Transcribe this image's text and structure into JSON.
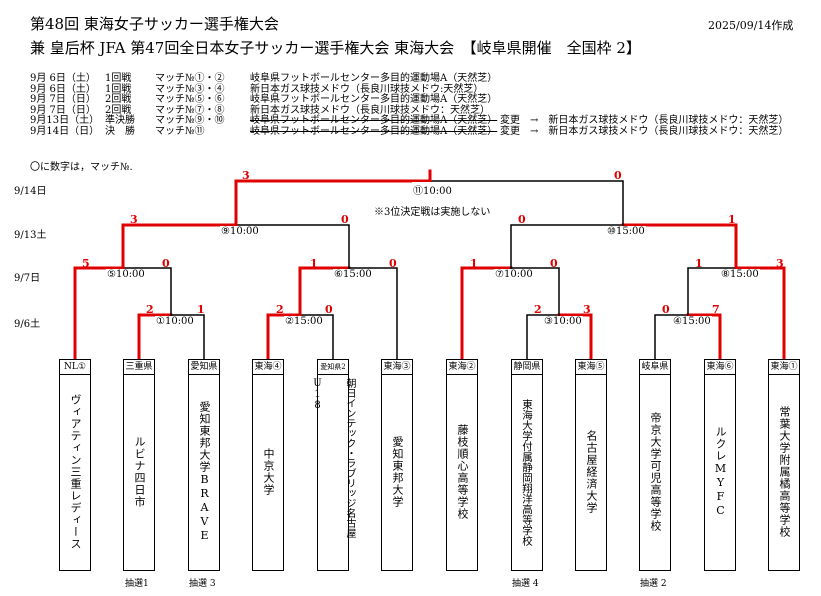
{
  "header": {
    "title1": "第48回 東海女子サッカー選手権大会",
    "title2": "兼 皇后杯 JFA 第47回全日本女子サッカー選手権大会 東海大会　【岐阜県開催　全国枠 2】",
    "created": "2025/09/14作成"
  },
  "schedule": [
    {
      "date": "9月 6日（土）",
      "round": "1回戦",
      "match": "マッチ№①・②",
      "venue": "岐阜県フットボールセンター多目的運動場A（天然芝）",
      "change": ""
    },
    {
      "date": "9月 6日（土）",
      "round": "1回戦",
      "match": "マッチ№③・④",
      "venue": "新日本ガス球技メドウ（長良川球技メドウ:天然芝）",
      "change": ""
    },
    {
      "date": "9月 7日（日）",
      "round": "2回戦",
      "match": "マッチ№⑤・⑥",
      "venue": "岐阜県フットボールセンター多目的運動場A（天然芝）",
      "change": ""
    },
    {
      "date": "9月 7日（日）",
      "round": "2回戦",
      "match": "マッチ№⑦・⑧",
      "venue": "新日本ガス球技メドウ（長良川球技メドウ：天然芝）",
      "change": ""
    },
    {
      "date": "9月13日（土）",
      "round": "準決勝",
      "match": "マッチ№⑨・⑩",
      "venue": "岐阜県フットボールセンター多目的運動場A（天然芝）",
      "change": "変更　→　新日本ガス球技メドウ（長良川球技メドウ：天然芝）"
    },
    {
      "date": "9月14日（日）",
      "round": "決　勝",
      "match": "マッチ№⑪",
      "venue": "岐阜県フットボールセンター多目的運動場A（天然芝）",
      "change": "変更　→　新日本ガス球技メドウ（長良川球技メドウ：天然芝）"
    }
  ],
  "note": "〇に数字は，マッチ№.",
  "third_place_note": "※3位決定戦は実施しない",
  "days": [
    "9/14日",
    "9/13土",
    "9/7日",
    "9/6土"
  ],
  "matches": [
    {
      "id": "m11",
      "label": "⑪10:00",
      "score_left": "3",
      "score_right": "0"
    },
    {
      "id": "m9",
      "label": "⑨10:00",
      "score_left": "3",
      "score_right": "0"
    },
    {
      "id": "m10",
      "label": "⑩15:00",
      "score_left": "0",
      "score_right": "1"
    },
    {
      "id": "m5",
      "label": "⑤10:00",
      "score_left": "5",
      "score_right": "0"
    },
    {
      "id": "m6",
      "label": "⑥15:00",
      "score_left": "1",
      "score_right": "0"
    },
    {
      "id": "m7",
      "label": "⑦10:00",
      "score_left": "1",
      "score_right": "0"
    },
    {
      "id": "m8",
      "label": "⑧15:00",
      "score_left": "1",
      "score_right": "3"
    },
    {
      "id": "m1",
      "label": "①10:00",
      "score_left": "2",
      "score_right": "1"
    },
    {
      "id": "m2",
      "label": "②15:00",
      "score_left": "2",
      "score_right": "0"
    },
    {
      "id": "m3",
      "label": "③10:00",
      "score_left": "2",
      "score_right": "3"
    },
    {
      "id": "m4",
      "label": "④15:00",
      "score_left": "0",
      "score_right": "7"
    }
  ],
  "teams": [
    {
      "pref": "NL①",
      "name": "ヴィアティン三重レディース",
      "lot": ""
    },
    {
      "pref": "三重県",
      "name": "ルビナ四日市",
      "lot": "抽選1"
    },
    {
      "pref": "愛知県",
      "name": "愛知東邦大学BRAVE",
      "lot": "抽選 3"
    },
    {
      "pref": "東海④",
      "name": "中京大学",
      "lot": ""
    },
    {
      "pref": "愛知県2",
      "name": "朝日インテック・ラブリッジ名古屋U18",
      "lot": ""
    },
    {
      "pref": "東海③",
      "name": "愛知東邦大学",
      "lot": ""
    },
    {
      "pref": "東海②",
      "name": "藤枝順心高等学校",
      "lot": ""
    },
    {
      "pref": "静岡県",
      "name": "東海大学付属静岡翔洋高等学校",
      "lot": "抽選 4"
    },
    {
      "pref": "東海⑤",
      "name": "名古屋経済大学",
      "lot": ""
    },
    {
      "pref": "岐阜県",
      "name": "帝京大学可児高等学校",
      "lot": "抽選 2"
    },
    {
      "pref": "東海⑥",
      "name": "ルクレMYFC",
      "lot": ""
    },
    {
      "pref": "東海①",
      "name": "常葉大学附属橘高等学校",
      "lot": ""
    }
  ],
  "colors": {
    "winner": "#e00000",
    "loser": "#000000"
  }
}
